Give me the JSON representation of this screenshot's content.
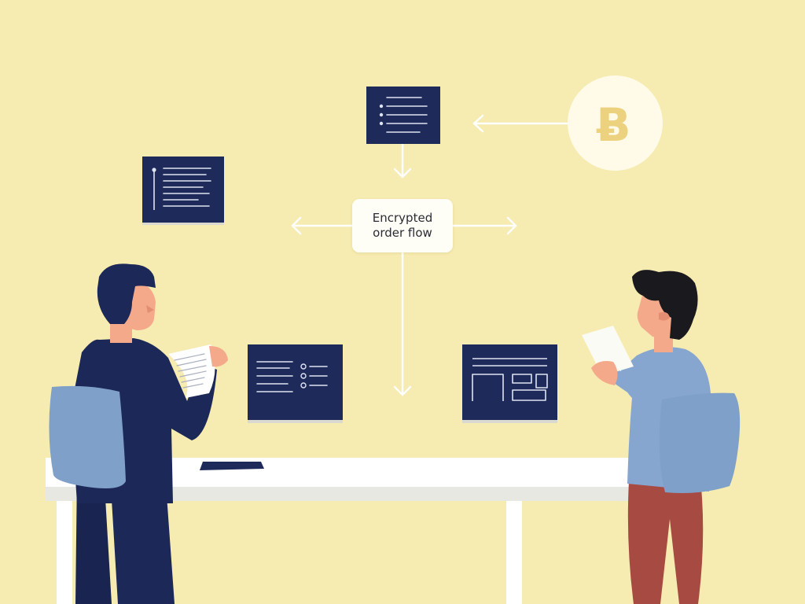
{
  "diagram": {
    "center_label": {
      "line1": "Encrypted",
      "line2": "order flow"
    },
    "coin_symbol": "Ƀ"
  },
  "colors": {
    "background": "#f6ebb0",
    "panel": "#1e2a5a",
    "arrow": "#ffffff",
    "coin_glyph": "#ecd17e",
    "chair": "#7fa0c8",
    "shirt_right": "#86a6cf",
    "trousers_right": "#a64a42",
    "suit_left": "#1c2857",
    "skin": "#f3a98a",
    "desk": "#ffffff"
  }
}
